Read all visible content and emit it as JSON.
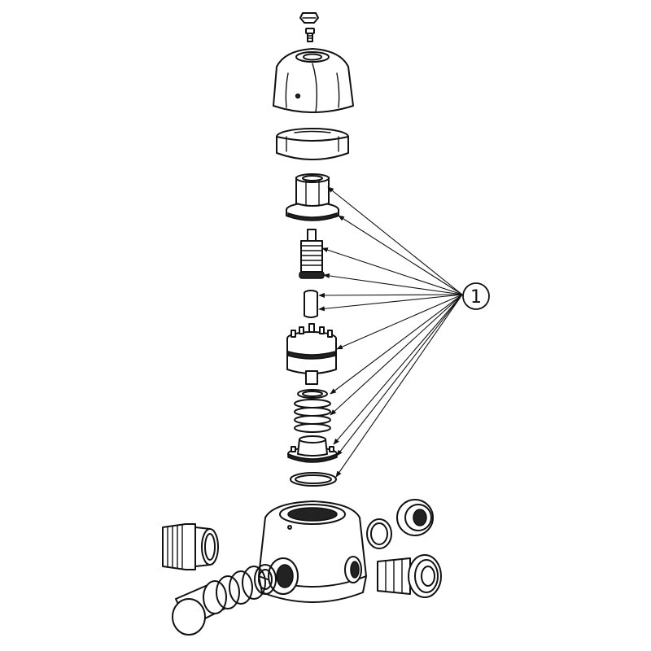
{
  "diagram": {
    "callout": {
      "label": "1",
      "target_count": 12
    },
    "parts": [
      "cap-plug",
      "screw",
      "handwheel",
      "lock-ring",
      "bonnet-nut",
      "spindle",
      "bushing",
      "piston-assembly",
      "spring-washer",
      "spring",
      "seat-cage",
      "bottom-o-ring",
      "valve-body",
      "union-end-left-top",
      "union-end-left-bottom",
      "union-end-right",
      "end-cap-right-top",
      "o-ring-right"
    ],
    "colors": {
      "line": "#111111",
      "background": "#ffffff"
    }
  }
}
